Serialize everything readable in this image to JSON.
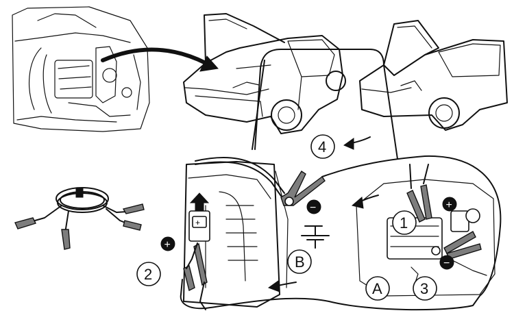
{
  "labels": {
    "step1": "1",
    "step2": "2",
    "step3": "3",
    "step4": "4",
    "point_a": "A",
    "point_b": "B"
  },
  "symbols": {
    "positive": "+",
    "negative": "−"
  },
  "colors": {
    "line": "#111111",
    "clamp_gray": "#7d7d7d",
    "background": "#ffffff"
  }
}
